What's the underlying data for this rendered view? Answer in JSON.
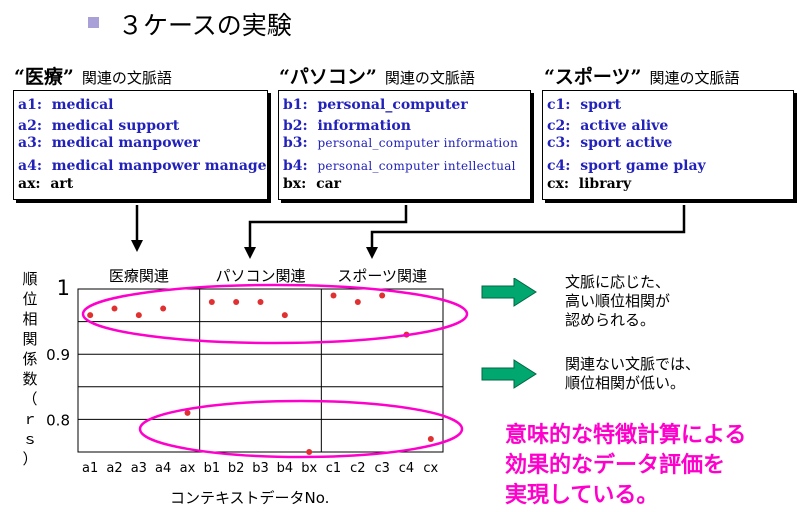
{
  "title": "３ケースの実験",
  "categories": [
    {
      "id": "medical",
      "heading": "“医療”",
      "sub": "関連の文脈語",
      "items": [
        {
          "key": "a1:",
          "value": "medical",
          "small": false
        },
        {
          "key": "a2:",
          "value": "medical support",
          "small": false
        },
        {
          "key": "a3:",
          "value": "medical manpower",
          "small": false
        },
        {
          "key": "a4:",
          "value": "medical manpower manage",
          "small": false
        },
        {
          "key": "ax:",
          "value": "art",
          "small": false
        }
      ]
    },
    {
      "id": "pc",
      "heading": "“パソコン”",
      "sub": "関連の文脈語",
      "items": [
        {
          "key": "b1:",
          "value": "personal_computer",
          "small": false
        },
        {
          "key": "b2:",
          "value": "information",
          "small": false
        },
        {
          "key": "b3:",
          "value": "personal_computer information",
          "small": true
        },
        {
          "key": "b4:",
          "value": "personal_computer intellectual",
          "small": true
        },
        {
          "key": "bx:",
          "value": "car",
          "small": false
        }
      ]
    },
    {
      "id": "sports",
      "heading": "“スポーツ”",
      "sub": "関連の文脈語",
      "items": [
        {
          "key": "c1:",
          "value": "sport",
          "small": false
        },
        {
          "key": "c2:",
          "value": "active alive",
          "small": false
        },
        {
          "key": "c3:",
          "value": "sport active",
          "small": false
        },
        {
          "key": "c4:",
          "value": "sport game play",
          "small": false
        },
        {
          "key": "cx:",
          "value": "library",
          "small": false
        }
      ]
    }
  ],
  "annotations": {
    "high": "文脈に応じた、\n高い順位相関が\n認められる。",
    "low": "関連ない文脈では、\n順位相関が低い。",
    "conclusion": "意味的な特徴計算による\n効果的なデータ評価を\n実現している。"
  },
  "colors": {
    "marker": "#e03030",
    "ellipse": "#ff00cc",
    "arrow": "#00a870",
    "keyword": "#2222bb",
    "conclusion": "#ff00cc"
  },
  "chart_data": {
    "type": "scatter",
    "ylabel": "順位相関係数（ｒｓ）",
    "xlabel": "コンテキストデータNo.",
    "ylim": [
      0.75,
      1.0
    ],
    "yticks": [
      "1",
      "0.9",
      "0.8"
    ],
    "groups": [
      "医療関連",
      "パソコン関連",
      "スポーツ関連"
    ],
    "categories": [
      "a1",
      "a2",
      "a3",
      "a4",
      "ax",
      "b1",
      "b2",
      "b3",
      "b4",
      "bx",
      "c1",
      "c2",
      "c3",
      "c4",
      "cx"
    ],
    "values": [
      0.96,
      0.97,
      0.96,
      0.97,
      0.81,
      0.98,
      0.98,
      0.98,
      0.96,
      0.75,
      0.99,
      0.98,
      0.99,
      0.93,
      0.77
    ]
  }
}
